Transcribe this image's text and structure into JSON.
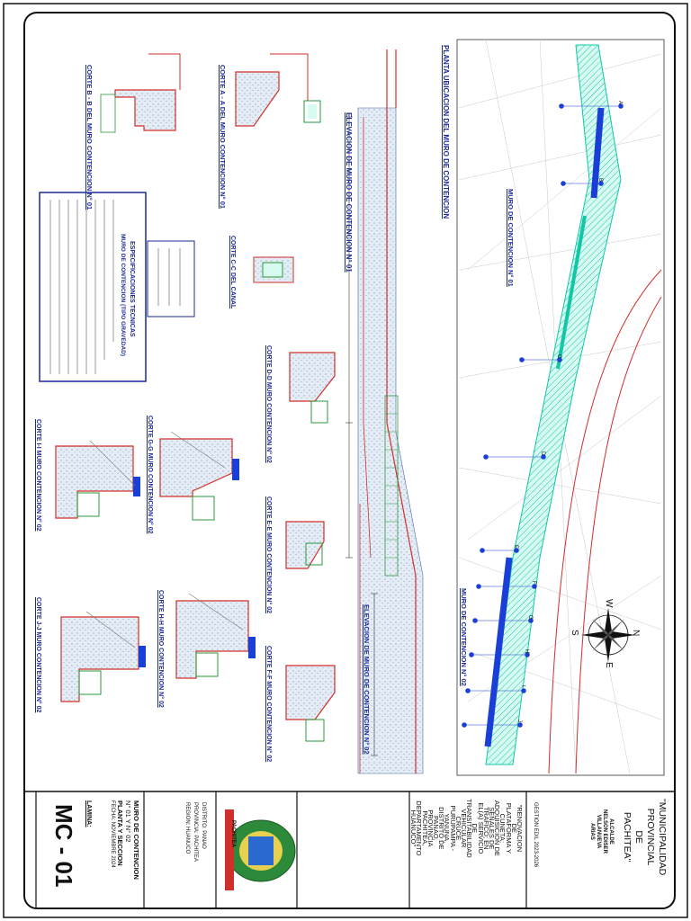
{
  "colors": {
    "frame": "#111111",
    "wall_blue": "#1a3fd6",
    "canal_green": "#12c7a8",
    "road_red": "#d0302a",
    "title_blue": "#1a2a9c",
    "concrete_hatch": "#c9d6e8",
    "dim_green": "#2a9a3c"
  },
  "views": {
    "plan": "PLANTA UBICACION DEL MURO DE CONTENCION",
    "elev1": "ELEVACION DE MURO DE CONTENCION N° 01",
    "elev2": "ELEVACION DE MURO DE CONTENCION N° 02",
    "cut_bb": "CORTE B - B DEL MURO CONTENCION N° 01",
    "cut_aa": "CORTE A - A DEL MURO CONTENCION N° 01",
    "cut_cc": "CORTE C-C DEL CANAL",
    "cut_dd": "CORTE D-D MURO CONTENCION N° 02",
    "cut_ee": "CORTE E-E MURO CONTENCION N° 02",
    "cut_ff": "CORTE F-F MURO CONTENCION N° 02",
    "cut_gg": "CORTE G-G MURO CONTENCION N° 02",
    "cut_hh": "CORTE H-H MURO CONTENCION N° 02",
    "cut_ii": "CORTE I-I MURO CONTENCION N° 02",
    "cut_jj": "CORTE J-J MURO CONTENCION N° 02",
    "wall1_label": "MURO DE CONTENCION N° 01",
    "wall2_label": "MURO DE CONTENCION N° 02"
  },
  "specs": {
    "title": "ESPECIFICACIONES TECNICAS",
    "subtitle": "MURO DE CONTENCION (TIPO GRAVEDAD)"
  },
  "compass": {
    "n": "N",
    "s": "S",
    "e": "E",
    "w": "W"
  },
  "section_markers": [
    "A",
    "B",
    "C",
    "D",
    "E",
    "F",
    "G",
    "H",
    "I",
    "J"
  ],
  "title_block": {
    "entity_line1": "\"MUNICIPALIDAD",
    "entity_line2": "PROVINCIAL",
    "entity_line3": "DE",
    "entity_line4": "PACHITEA\"",
    "mayor_line1": "ALCALDE",
    "mayor_line2": "NELSON EDISER",
    "mayor_line3": "VILLANUEVA",
    "mayor_line4": "ARIAS",
    "period": "GESTION EDIL 2023-2026",
    "project": [
      "\"RENOVACION",
      "DE",
      "PLATAFORMA Y",
      "CUNETA;",
      "ADQUISICION DE",
      "SEÑALES DE",
      "TRAFICO; EN",
      "EL(A) SERVICIO",
      "DE",
      "TRANSITABILIDAD",
      "VEHICULAR",
      "CRUCE",
      "PURUPAMPA -",
      "YANUNA,",
      "DISTRITO DE",
      "PANAO,",
      "PROVINCIA",
      "PACHITEA,",
      "DEPARTAMENTO",
      "HUANUCO\""
    ],
    "logo_text": "PACHITEA",
    "district": "DISTRITO: PANAO",
    "province": "PROVINCIA: PACHITEA",
    "region": "REGION: HUANUCO",
    "plan_title1": "MURO DE CONTENCION",
    "plan_title2": "N° 01 Y N° 02",
    "plan_title3": "PLANTA Y SECCION",
    "date": "FECHA: NOVIEMBRE 2024",
    "sheet_label": "LAMINA:",
    "sheet_code": "MC - 01"
  }
}
